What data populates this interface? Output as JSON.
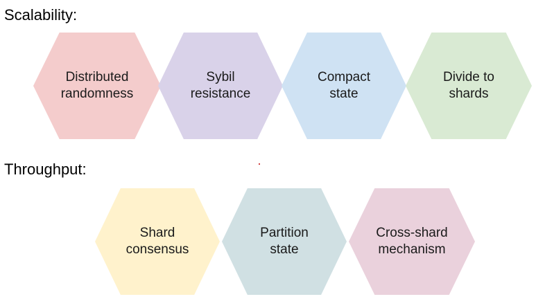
{
  "sections": {
    "scalability": {
      "label": "Scalability:",
      "items": [
        {
          "text": "Distributed\nrandomness",
          "color": "#f4cccc"
        },
        {
          "text": "Sybil\nresistance",
          "color": "#d9d2e9"
        },
        {
          "text": "Compact\nstate",
          "color": "#cfe2f3"
        },
        {
          "text": "Divide to\nshards",
          "color": "#d9ead3"
        }
      ]
    },
    "throughput": {
      "label": "Throughput:",
      "items": [
        {
          "text": "Shard\nconsensus",
          "color": "#fff2cc"
        },
        {
          "text": "Partition\nstate",
          "color": "#d0e0e3"
        },
        {
          "text": "Cross-shard\nmechanism",
          "color": "#ead1dc"
        }
      ]
    }
  }
}
